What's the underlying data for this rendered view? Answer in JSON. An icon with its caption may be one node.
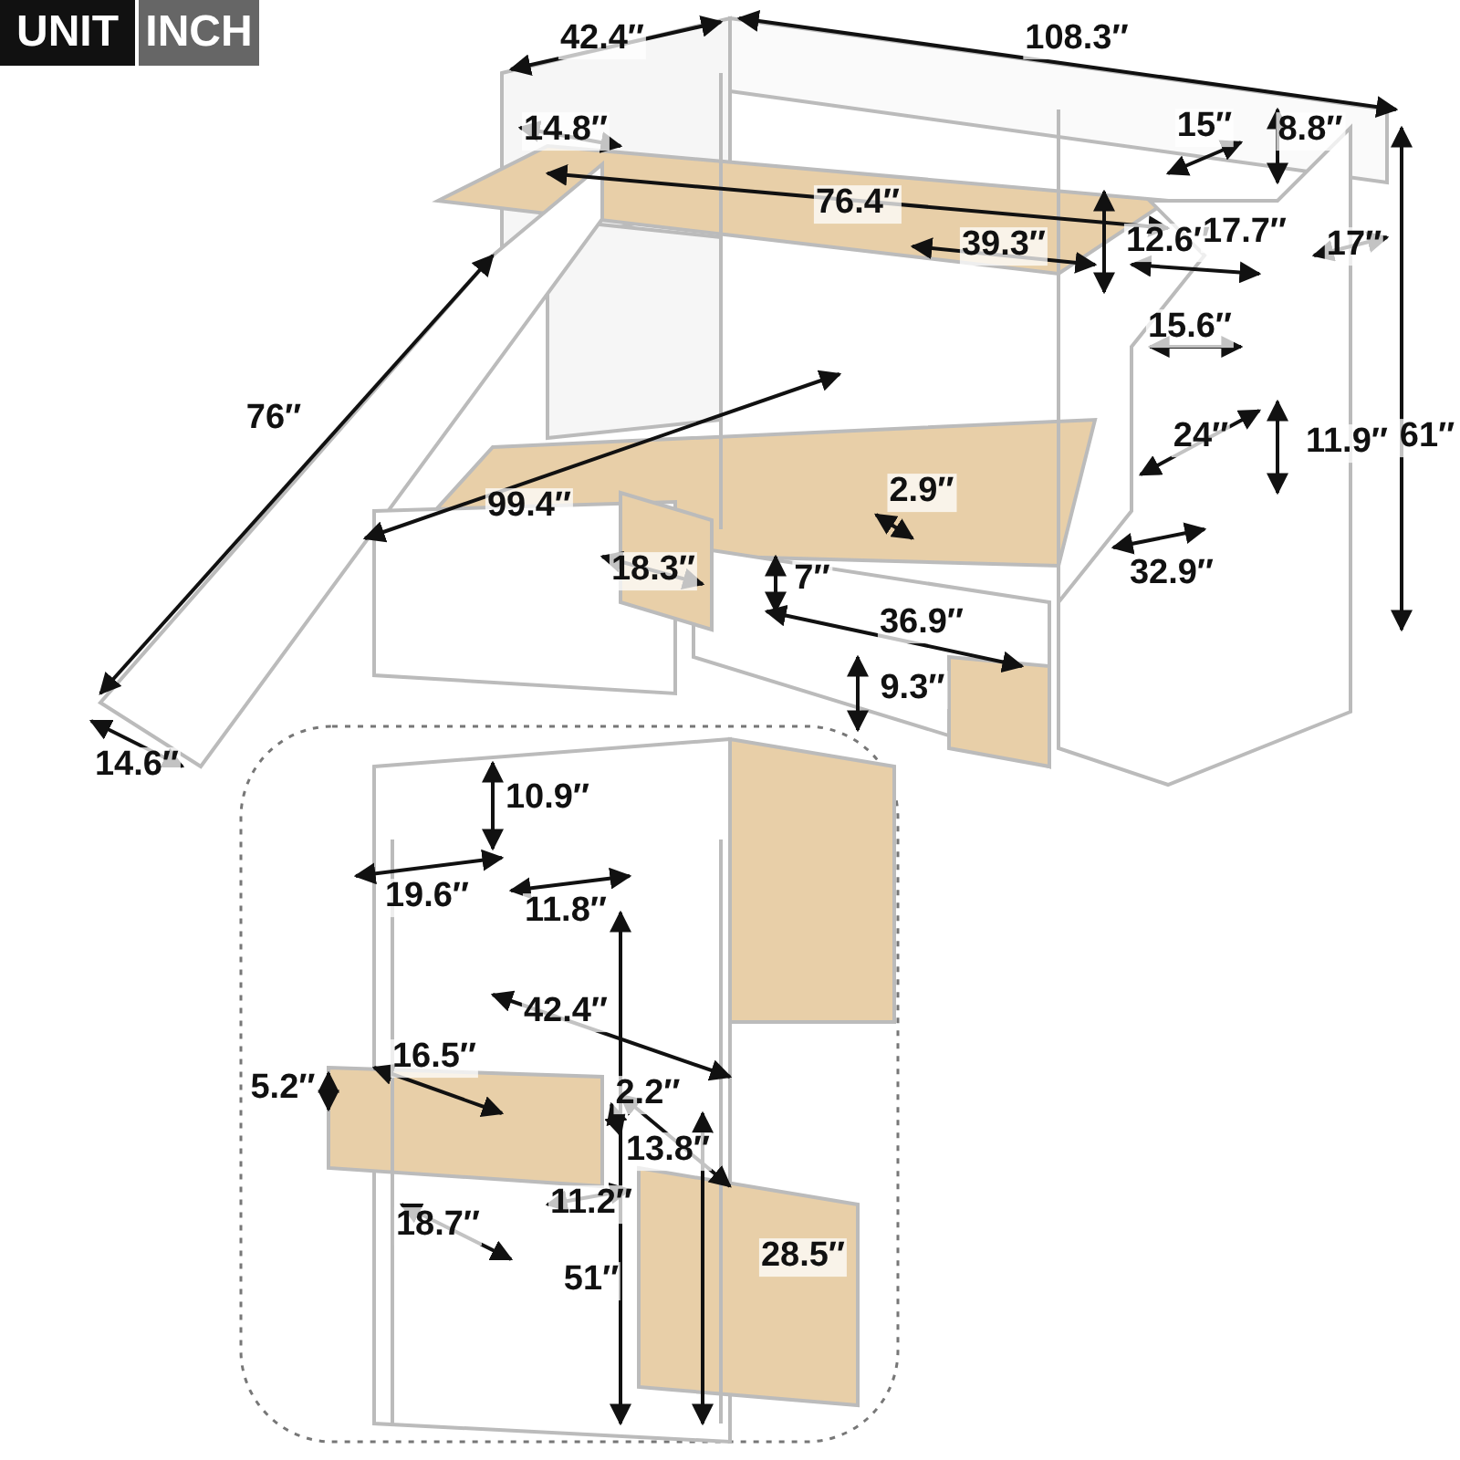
{
  "diagram": {
    "labels": [
      "UNIT",
      "INCH",
      "42.4″",
      "108.3″",
      "14.8″",
      "15″",
      "8.8″",
      "76.4″",
      "39.3″",
      "12.6″",
      "17.7″",
      "17″",
      "61″",
      "76″",
      "15.6″",
      "24″",
      "11.9″",
      "99.4″",
      "2.9″",
      "18.3″",
      "7″",
      "32.9″",
      "36.9″",
      "9.3″",
      "14.6″",
      "10.9″",
      "19.6″",
      "11.8″",
      "42.4″",
      "5.2″",
      "16.5″",
      "2.2″",
      "13.8″",
      "18.7″",
      "11.2″",
      "28.5″",
      "51″"
    ]
  }
}
